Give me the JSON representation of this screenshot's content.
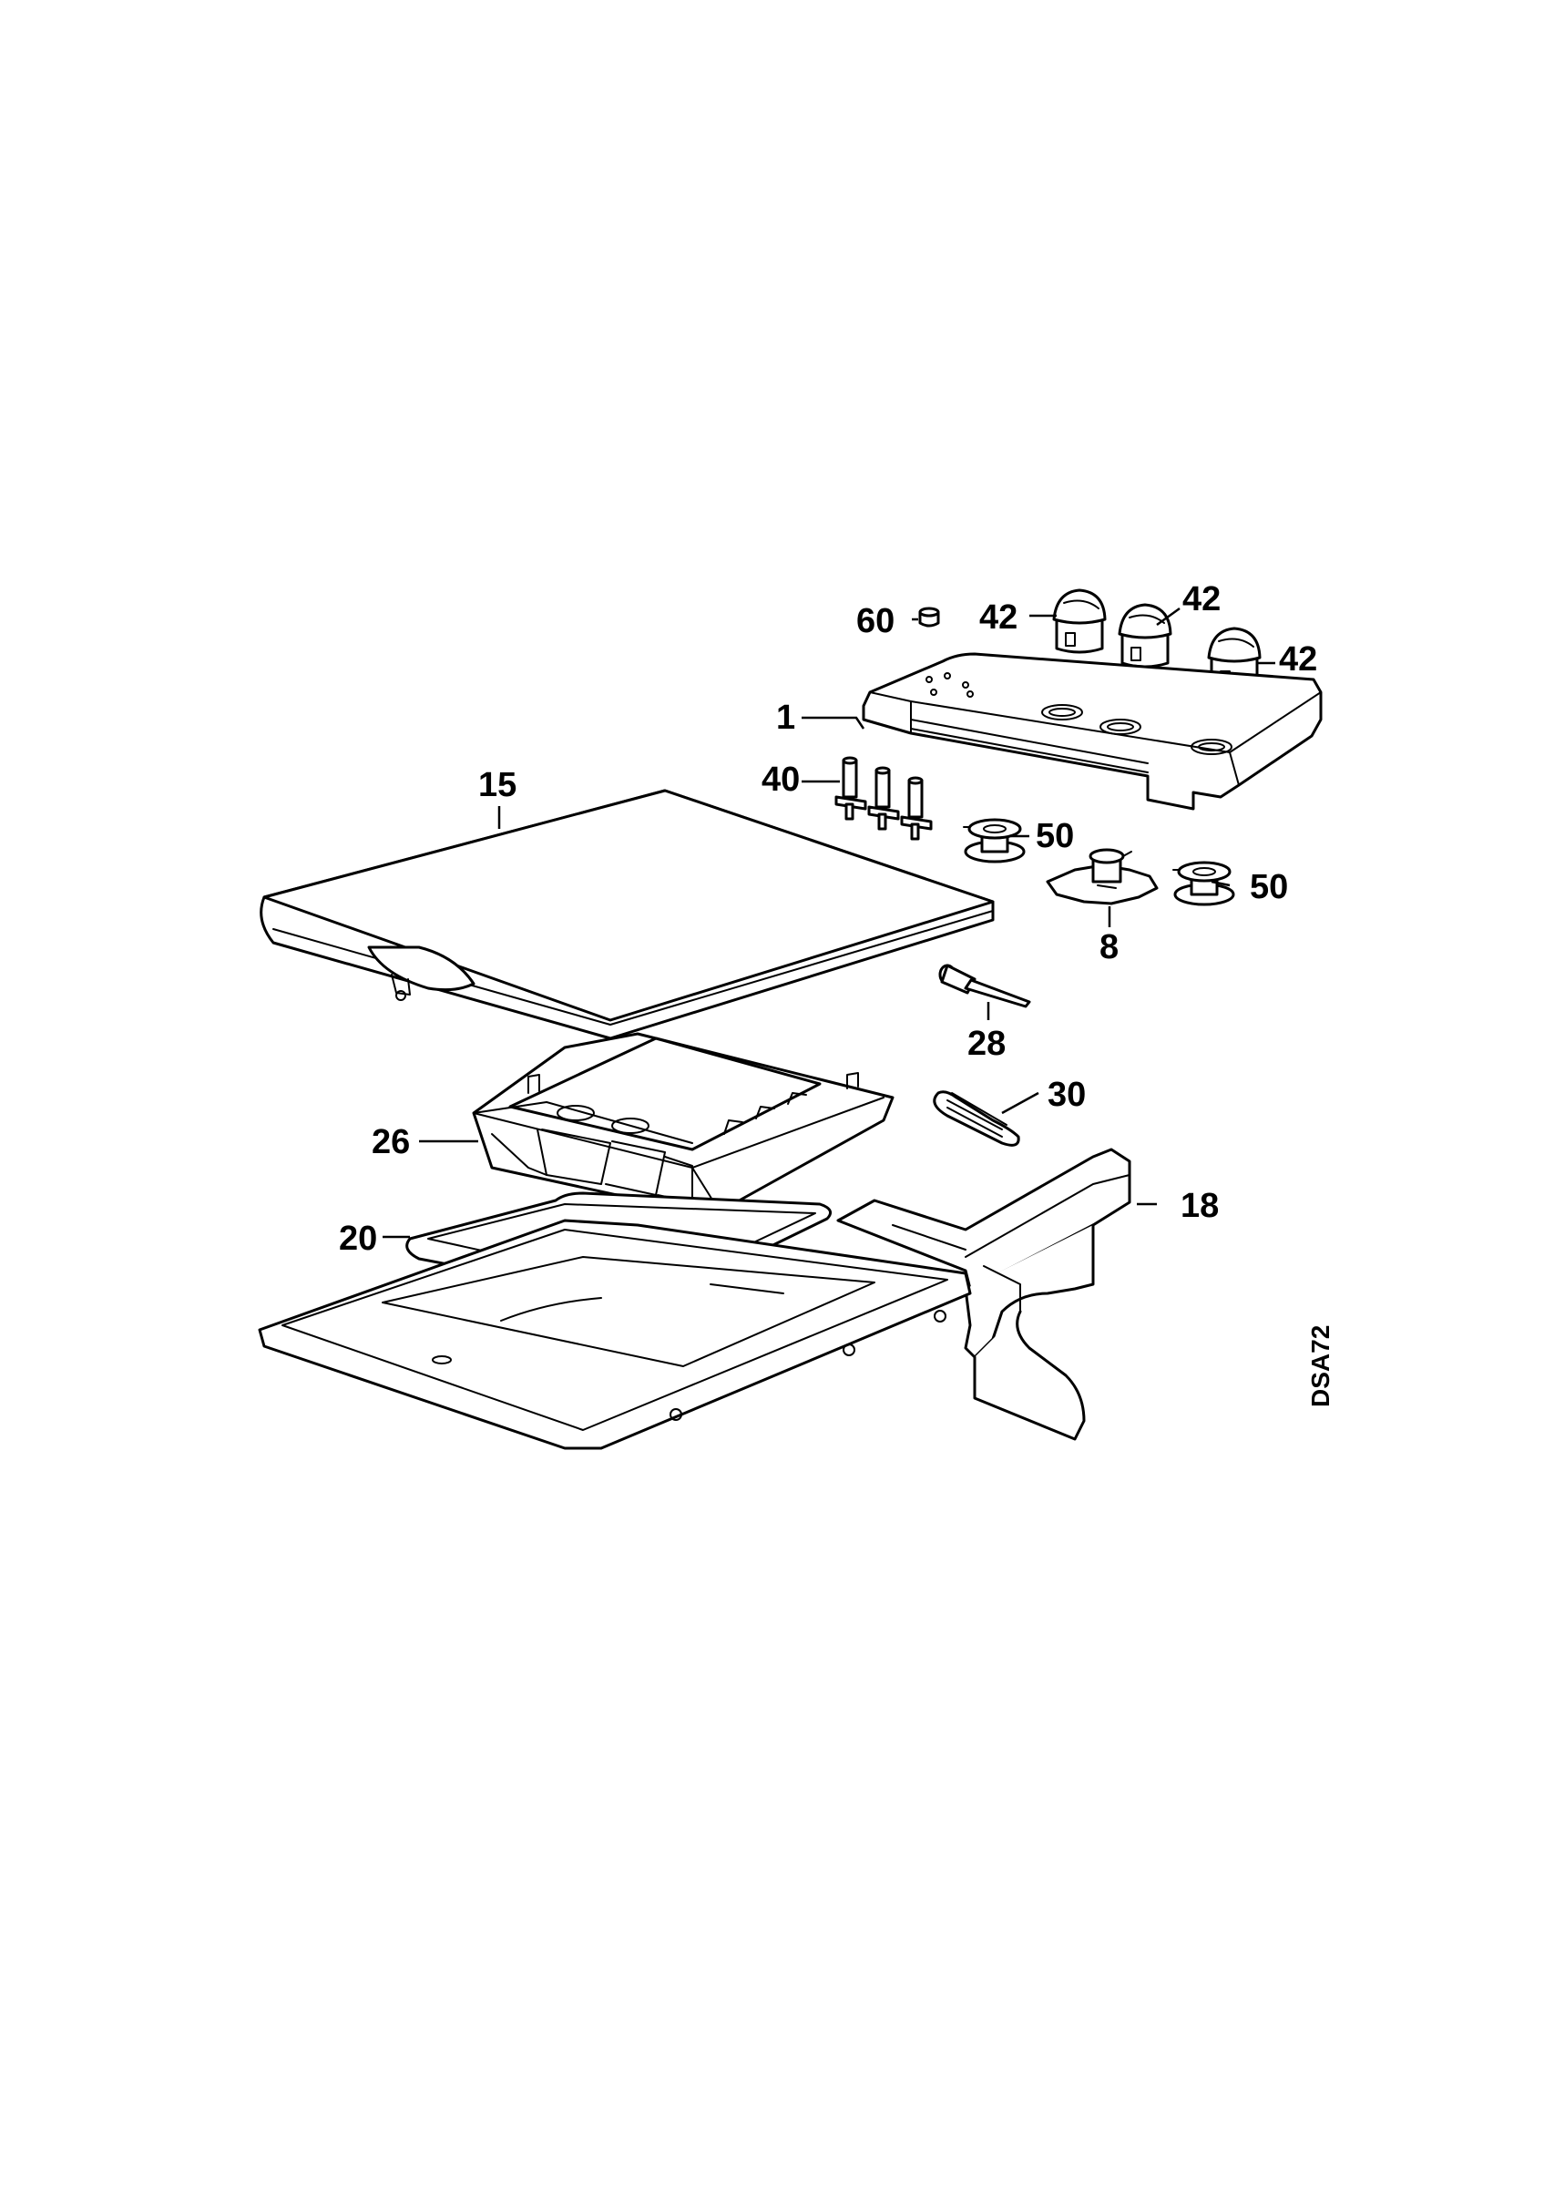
{
  "diagram": {
    "drawing_code": "DSA72",
    "callouts": [
      {
        "id": "60",
        "label": "60"
      },
      {
        "id": "42a",
        "label": "42"
      },
      {
        "id": "42b",
        "label": "42"
      },
      {
        "id": "42c",
        "label": "42"
      },
      {
        "id": "1",
        "label": "1"
      },
      {
        "id": "40",
        "label": "40"
      },
      {
        "id": "15",
        "label": "15"
      },
      {
        "id": "50a",
        "label": "50"
      },
      {
        "id": "50b",
        "label": "50"
      },
      {
        "id": "8",
        "label": "8"
      },
      {
        "id": "28",
        "label": "28"
      },
      {
        "id": "30",
        "label": "30"
      },
      {
        "id": "26",
        "label": "26"
      },
      {
        "id": "18",
        "label": "18"
      },
      {
        "id": "20",
        "label": "20"
      }
    ]
  }
}
